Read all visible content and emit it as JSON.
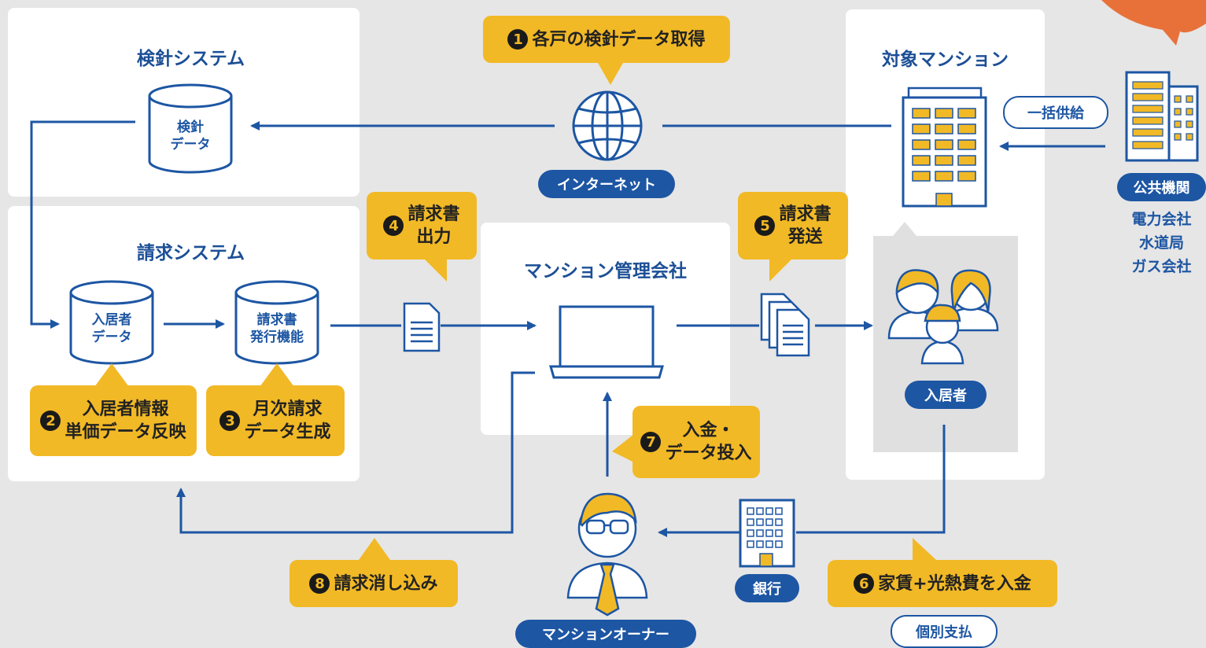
{
  "meter_system": {
    "title": "検針システム",
    "db_label": "検針\nデータ"
  },
  "billing_system": {
    "title": "請求システム",
    "resident_db": "入居者\nデータ",
    "billing_db": "請求書\n発行機能"
  },
  "management_company": {
    "title": "マンション管理会社"
  },
  "target_mansion": {
    "title": "対象マンション",
    "residents_label": "入居者"
  },
  "internet_label": "インターネット",
  "bulk_supply_label": "一括供給",
  "public_agency": {
    "label": "公共機関",
    "lines": [
      "電力会社",
      "水道局",
      "ガス会社"
    ]
  },
  "bank_label": "銀行",
  "owner_label": "マンションオーナー",
  "individual_payment_label": "個別支払",
  "steps": [
    {
      "num": "1",
      "text": "各戸の検針データ取得"
    },
    {
      "num": "2",
      "text": "入居者情報\n単価データ反映"
    },
    {
      "num": "3",
      "text": "月次請求\nデータ生成"
    },
    {
      "num": "4",
      "text": "請求書\n出力"
    },
    {
      "num": "5",
      "text": "請求書\n発送"
    },
    {
      "num": "6",
      "text": "家賃+光熱費を入金"
    },
    {
      "num": "7",
      "text": "入金・\nデータ投入"
    },
    {
      "num": "8",
      "text": "請求消し込み"
    }
  ],
  "colors": {
    "accent_blue": "#1d56a3",
    "callout_yellow": "#f2b926",
    "badge_orange": "#e8713a"
  }
}
